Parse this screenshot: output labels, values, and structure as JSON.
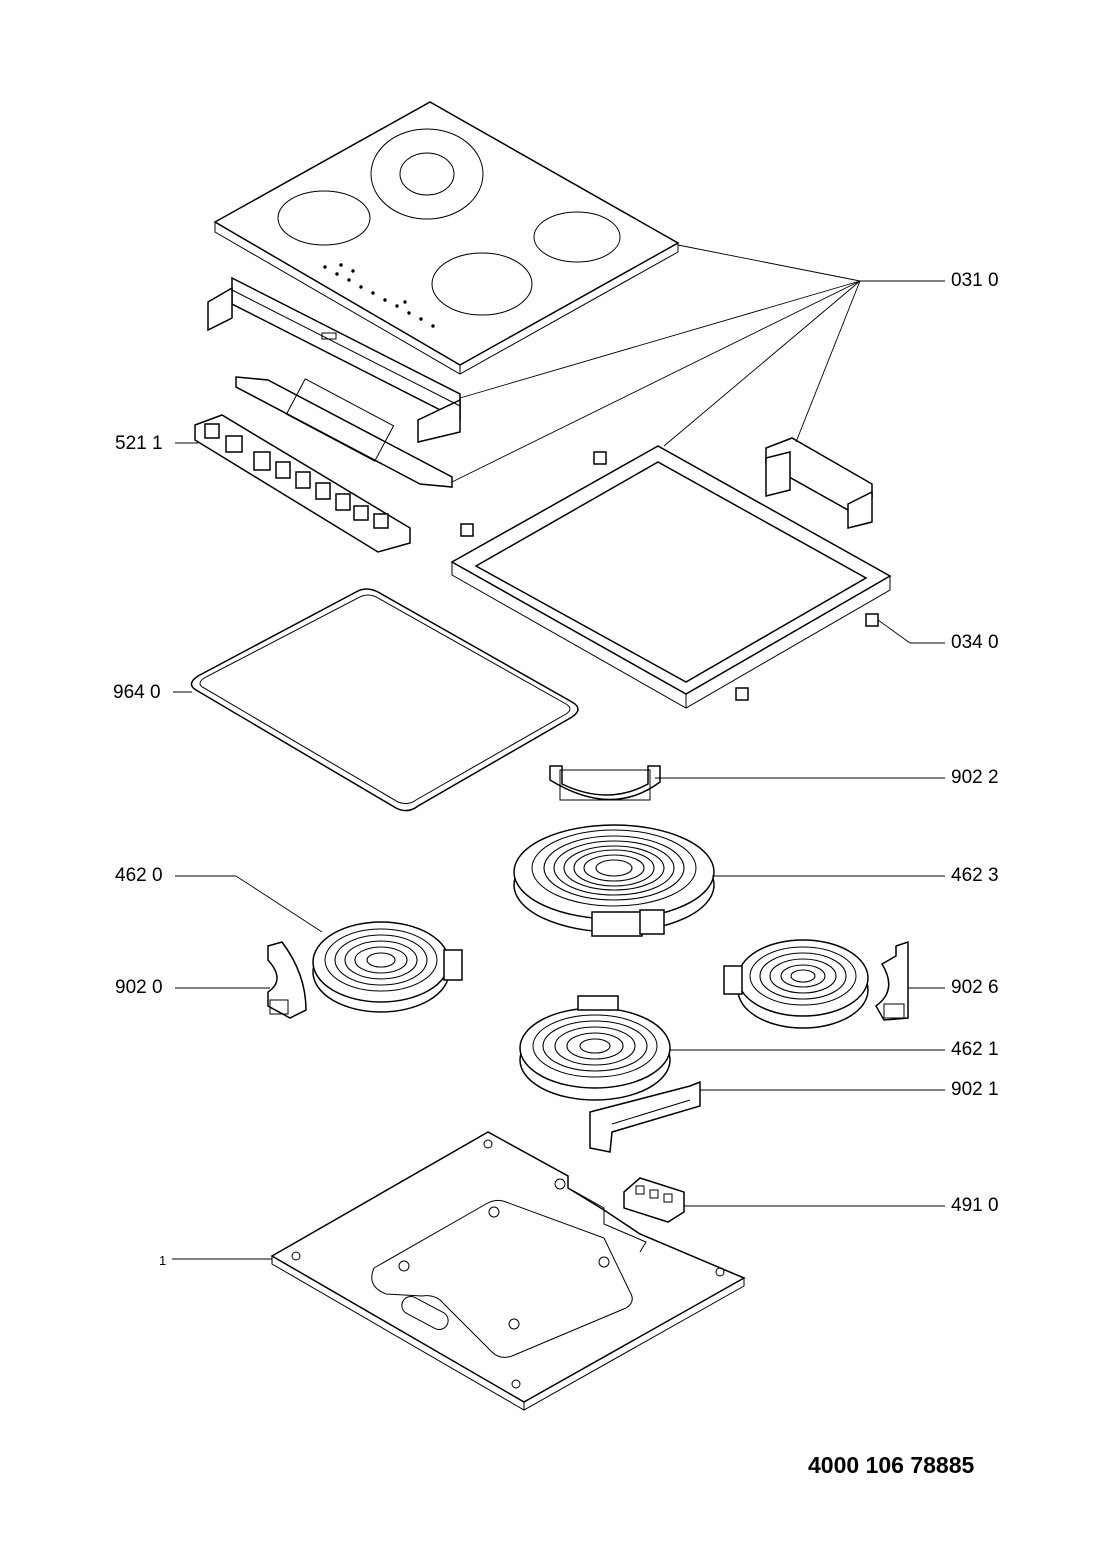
{
  "callouts": {
    "p031_0": "031 0",
    "p521_1": "521 1",
    "p034_0": "034 0",
    "p964_0": "964 0",
    "p902_2": "902 2",
    "p462_0": "462 0",
    "p462_3": "462 3",
    "p902_0": "902 0",
    "p902_6": "902 6",
    "p462_1": "462 1",
    "p902_1": "902 1",
    "p491_0": "491 0",
    "p1": "1"
  },
  "document_number": "4000 106 78885"
}
